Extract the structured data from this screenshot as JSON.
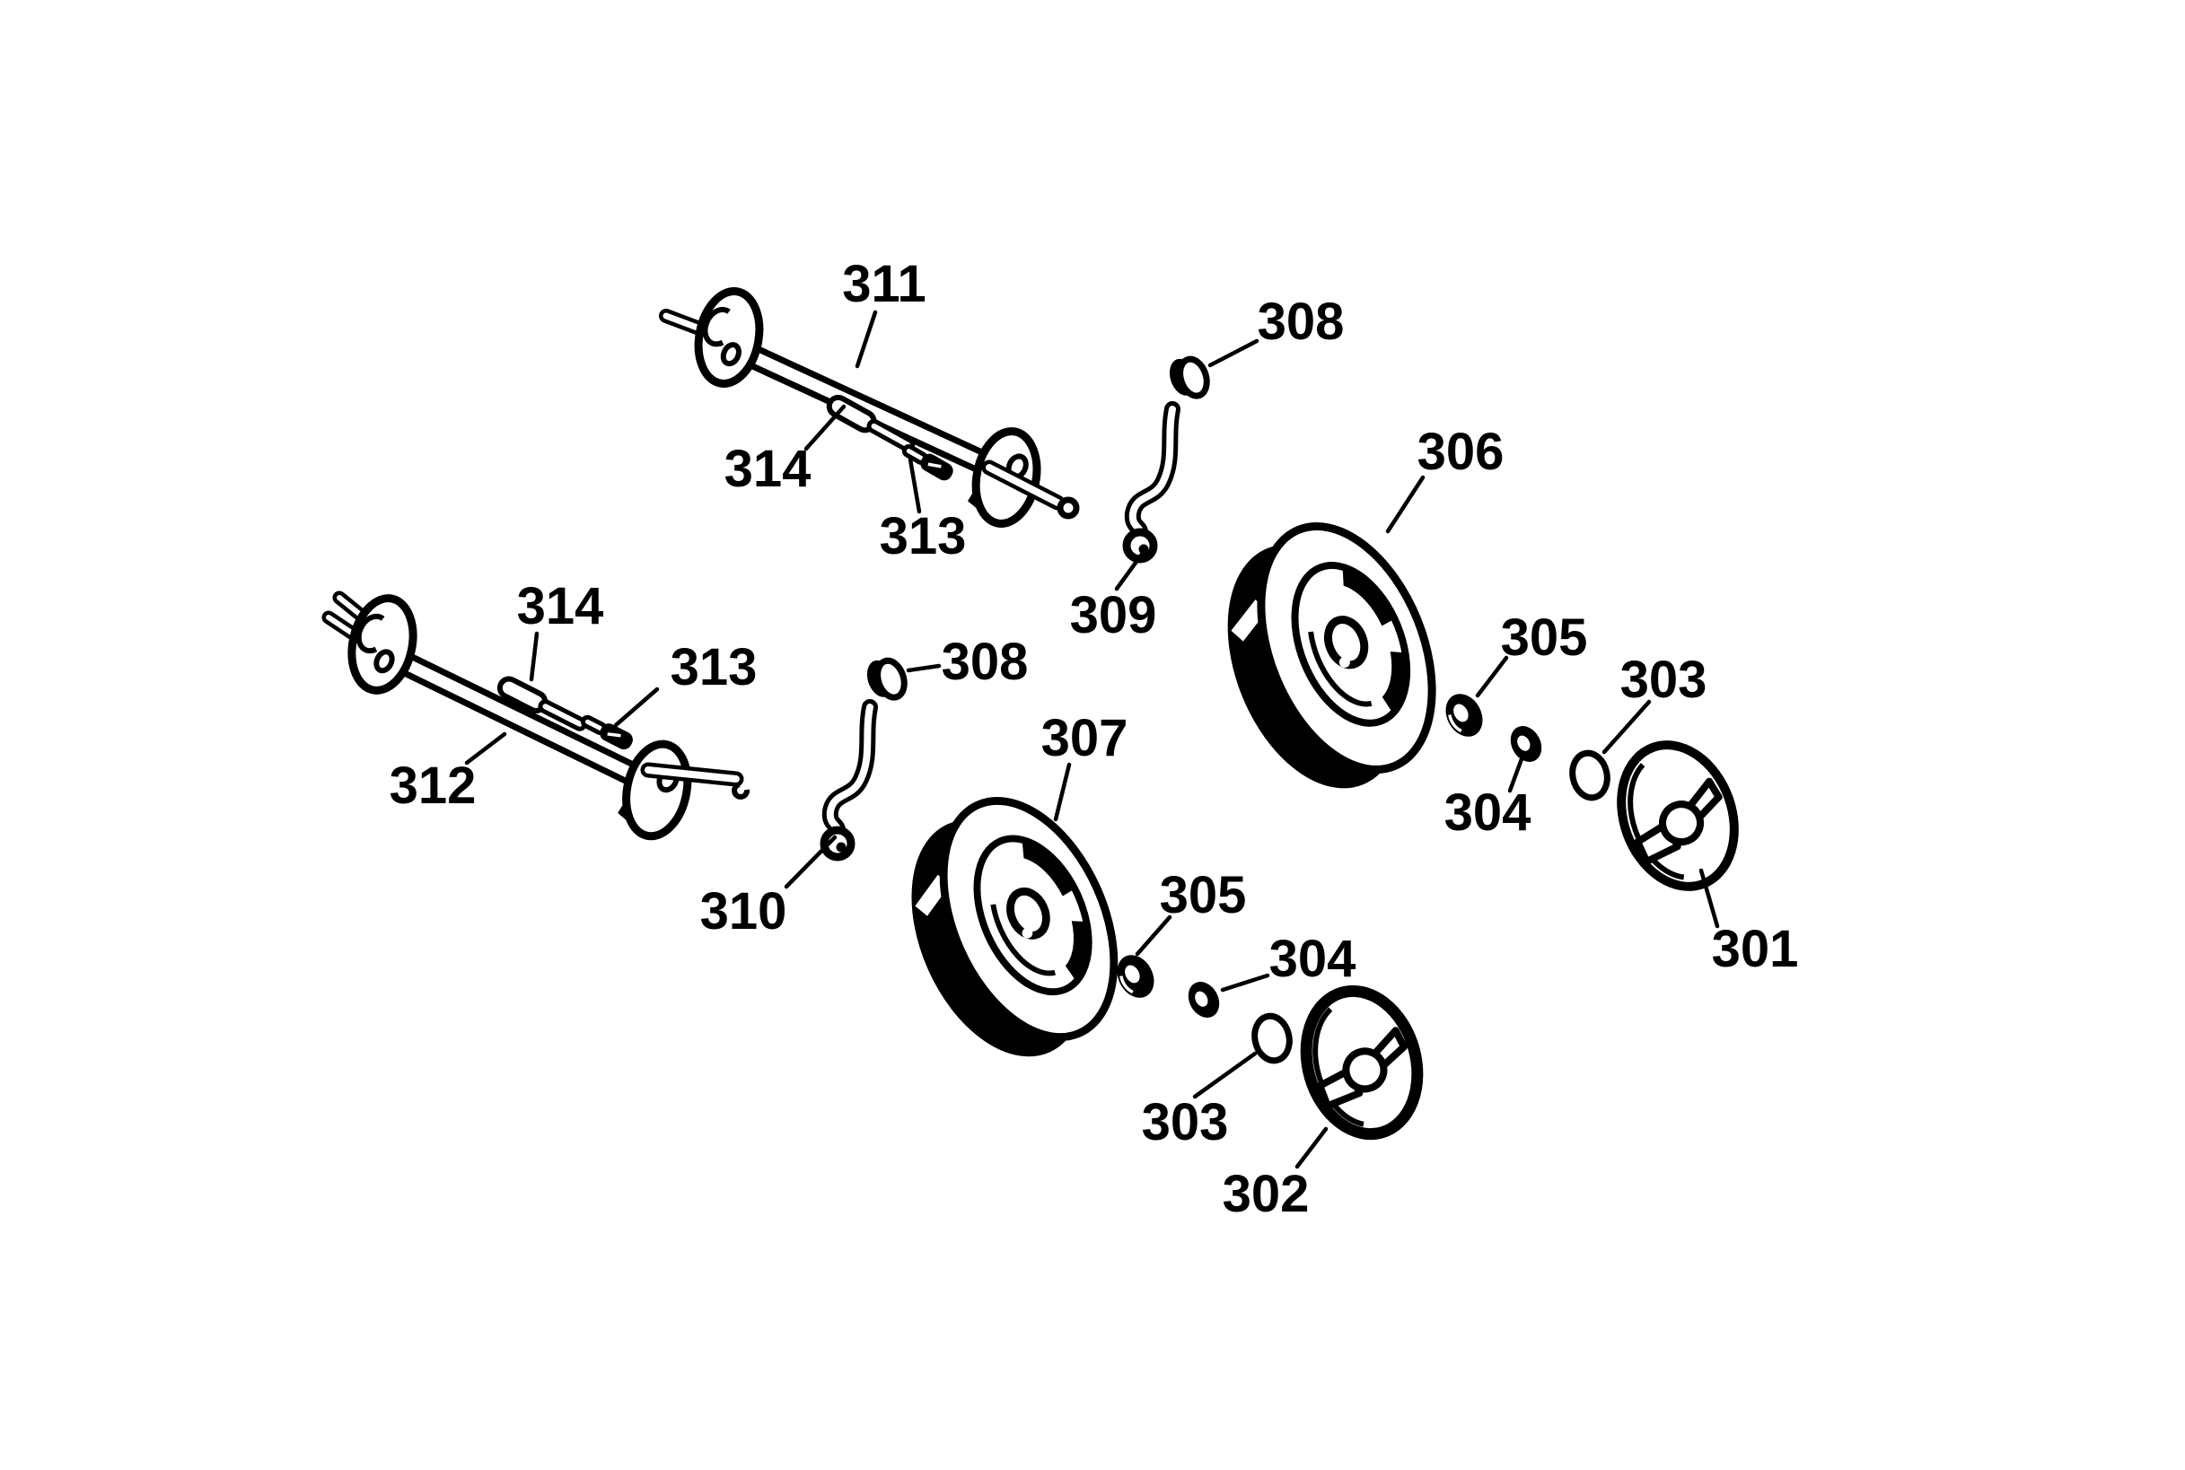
{
  "figure": {
    "type": "exploded-parts-diagram",
    "subject": "wheel and axle assembly",
    "background": "#ffffff",
    "ink": "#000000",
    "part_numbers_visible": [
      "301",
      "302",
      "303",
      "304",
      "305",
      "306",
      "307",
      "308",
      "309",
      "310",
      "311",
      "312",
      "313",
      "314"
    ]
  },
  "callouts": [
    {
      "part": "311",
      "text": "311"
    },
    {
      "part": "314-upper",
      "text": "314"
    },
    {
      "part": "313-upper",
      "text": "313"
    },
    {
      "part": "308-upper",
      "text": "308"
    },
    {
      "part": "309",
      "text": "309"
    },
    {
      "part": "306",
      "text": "306"
    },
    {
      "part": "314-lower",
      "text": "314"
    },
    {
      "part": "313-lower",
      "text": "313"
    },
    {
      "part": "312",
      "text": "312"
    },
    {
      "part": "308-lower",
      "text": "308"
    },
    {
      "part": "307",
      "text": "307"
    },
    {
      "part": "310",
      "text": "310"
    },
    {
      "part": "305-upper",
      "text": "305"
    },
    {
      "part": "304-upper",
      "text": "304"
    },
    {
      "part": "303-upper",
      "text": "303"
    },
    {
      "part": "301",
      "text": "301"
    },
    {
      "part": "305-lower",
      "text": "305"
    },
    {
      "part": "304-lower",
      "text": "304"
    },
    {
      "part": "303-lower",
      "text": "303"
    },
    {
      "part": "302",
      "text": "302"
    }
  ]
}
